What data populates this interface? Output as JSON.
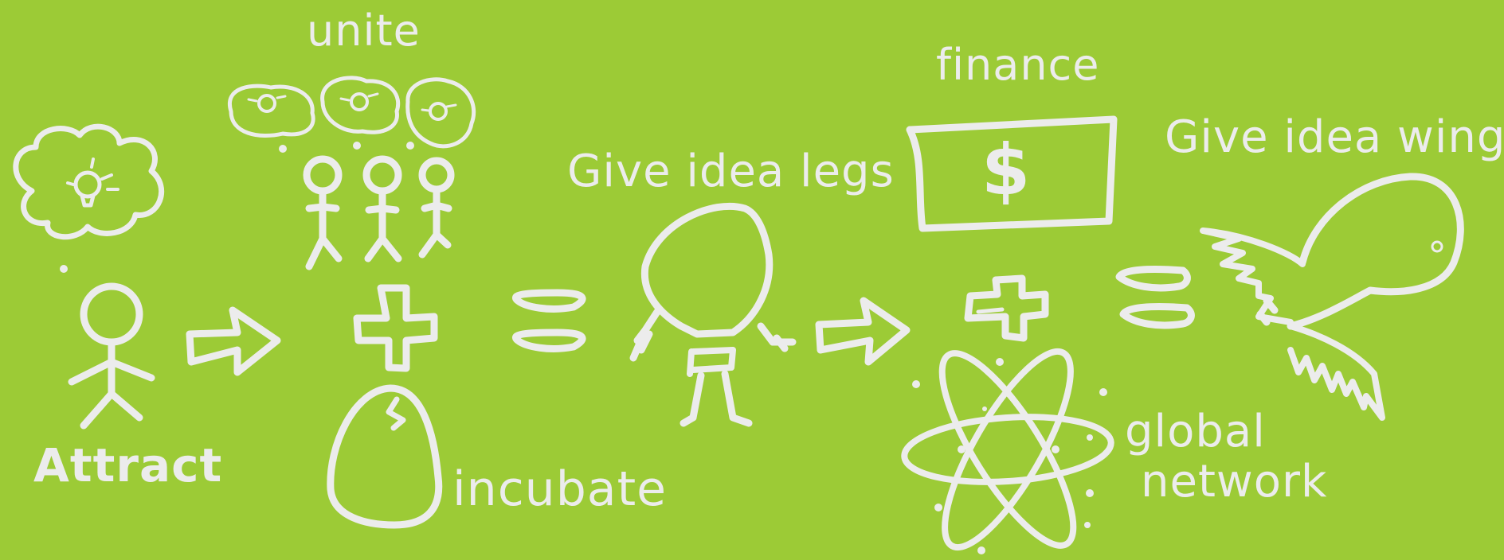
{
  "colors": {
    "background": "#9ccb36",
    "ink": "#ececec"
  },
  "labels": {
    "attract": "Attract",
    "unite": "unite",
    "incubate": "incubate",
    "give_legs": "Give idea legs",
    "finance": "finance",
    "give_wings": "Give idea wings",
    "network_line1": "global",
    "network_line2": "network",
    "currency_symbol": "$"
  },
  "icons": [
    "idea-cloud-icon",
    "stick-person-icon",
    "arrow-icon",
    "people-with-ideas-icon",
    "plus-icon",
    "egg-icon",
    "equals-icon",
    "walking-bulb-icon",
    "banknote-icon",
    "atom-icon",
    "winged-bulb-icon"
  ]
}
